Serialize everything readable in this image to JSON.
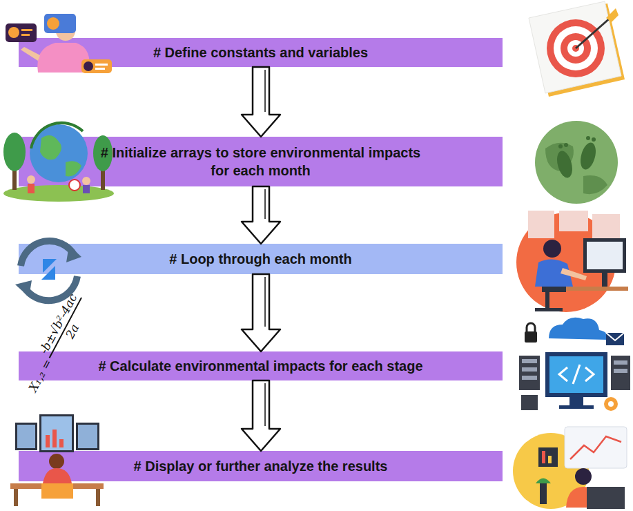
{
  "diagram": {
    "nodes": [
      {
        "text": [
          "# Define constants and variables"
        ]
      },
      {
        "text": [
          "# Initialize arrays to store environmental impacts for each month"
        ]
      },
      {
        "text": [
          "# Loop through each month"
        ]
      },
      {
        "text": [
          "# Calculate environmental impacts for each stage"
        ]
      },
      {
        "text": [
          "# Display or further analyze the results"
        ]
      }
    ],
    "edges": [
      {
        "from": 0,
        "to": 1,
        "arrow": "to"
      },
      {
        "from": 1,
        "to": 2,
        "arrow": "to"
      },
      {
        "from": 2,
        "to": 3,
        "arrow": "to"
      },
      {
        "from": 3,
        "to": 4,
        "arrow": "to"
      }
    ],
    "labels": [
      "X₁,₂ =",
      "-b±√b²-4ac",
      "2a"
    ]
  }
}
